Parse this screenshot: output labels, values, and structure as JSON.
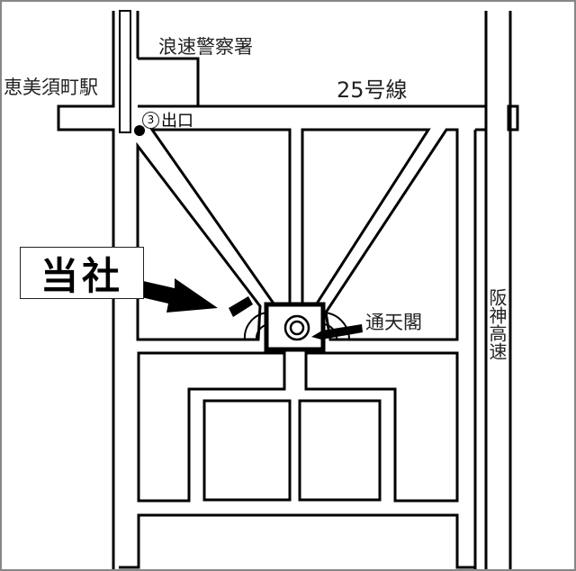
{
  "labels": {
    "station": "恵美須町駅",
    "police": "浪速警察署",
    "route": "25号線",
    "exit_number": "3",
    "exit_label": "出口",
    "company": "当社",
    "tower": "通天閣",
    "expressway": "阪神高速"
  }
}
